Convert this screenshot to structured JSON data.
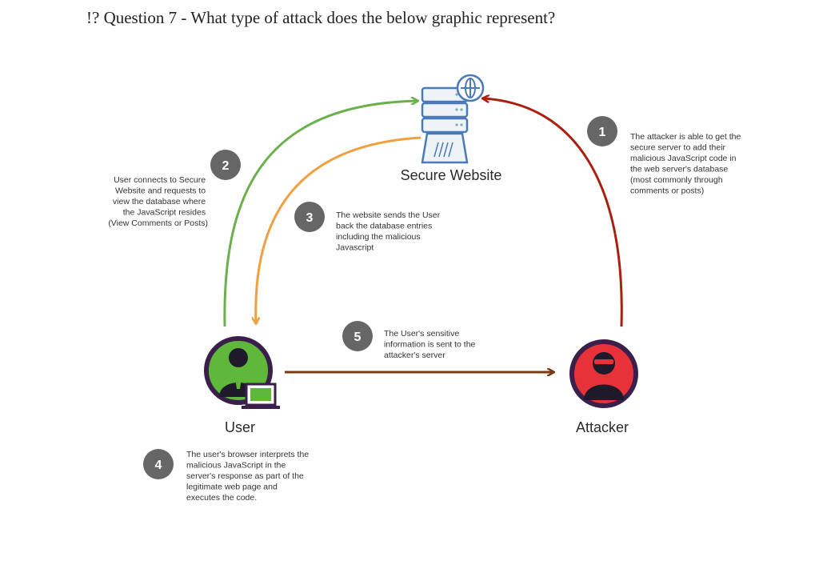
{
  "question": "!? Question 7 - What type of attack does the below graphic represent?",
  "nodes": {
    "server": "Secure Website",
    "user": "User",
    "attacker": "Attacker"
  },
  "steps": [
    {
      "number": "1",
      "lines": [
        "The attacker is able to get the",
        "secure server to add their",
        "malicious JavaScript code in",
        "the web server's database",
        "(most commonly through",
        "comments or posts)"
      ]
    },
    {
      "number": "2",
      "lines": [
        "User connects to Secure",
        "Website and requests to",
        "view the database where",
        "the JavaScript resides",
        "(View Comments or Posts)"
      ]
    },
    {
      "number": "3",
      "lines": [
        "The website sends the User",
        "back the database entries",
        "including the malicious",
        "Javascript"
      ]
    },
    {
      "number": "4",
      "lines": [
        "The user's browser interprets the",
        "malicious JavaScript in the",
        "server's response as part of the",
        "legitimate web page and",
        "executes the code."
      ]
    },
    {
      "number": "5",
      "lines": [
        "The User's sensitive",
        "information is sent to the",
        "attacker's server"
      ]
    }
  ],
  "colors": {
    "green_arrow": "#6ab04c",
    "orange_arrow": "#f0a040",
    "red_arrow": "#a82010",
    "brown_arrow": "#7a3a12",
    "badge": "#666666",
    "user_circle": "#5fb83a",
    "attacker_circle": "#e8323a",
    "ring": "#3a1f4a",
    "server_blue": "#4a7ab8"
  }
}
